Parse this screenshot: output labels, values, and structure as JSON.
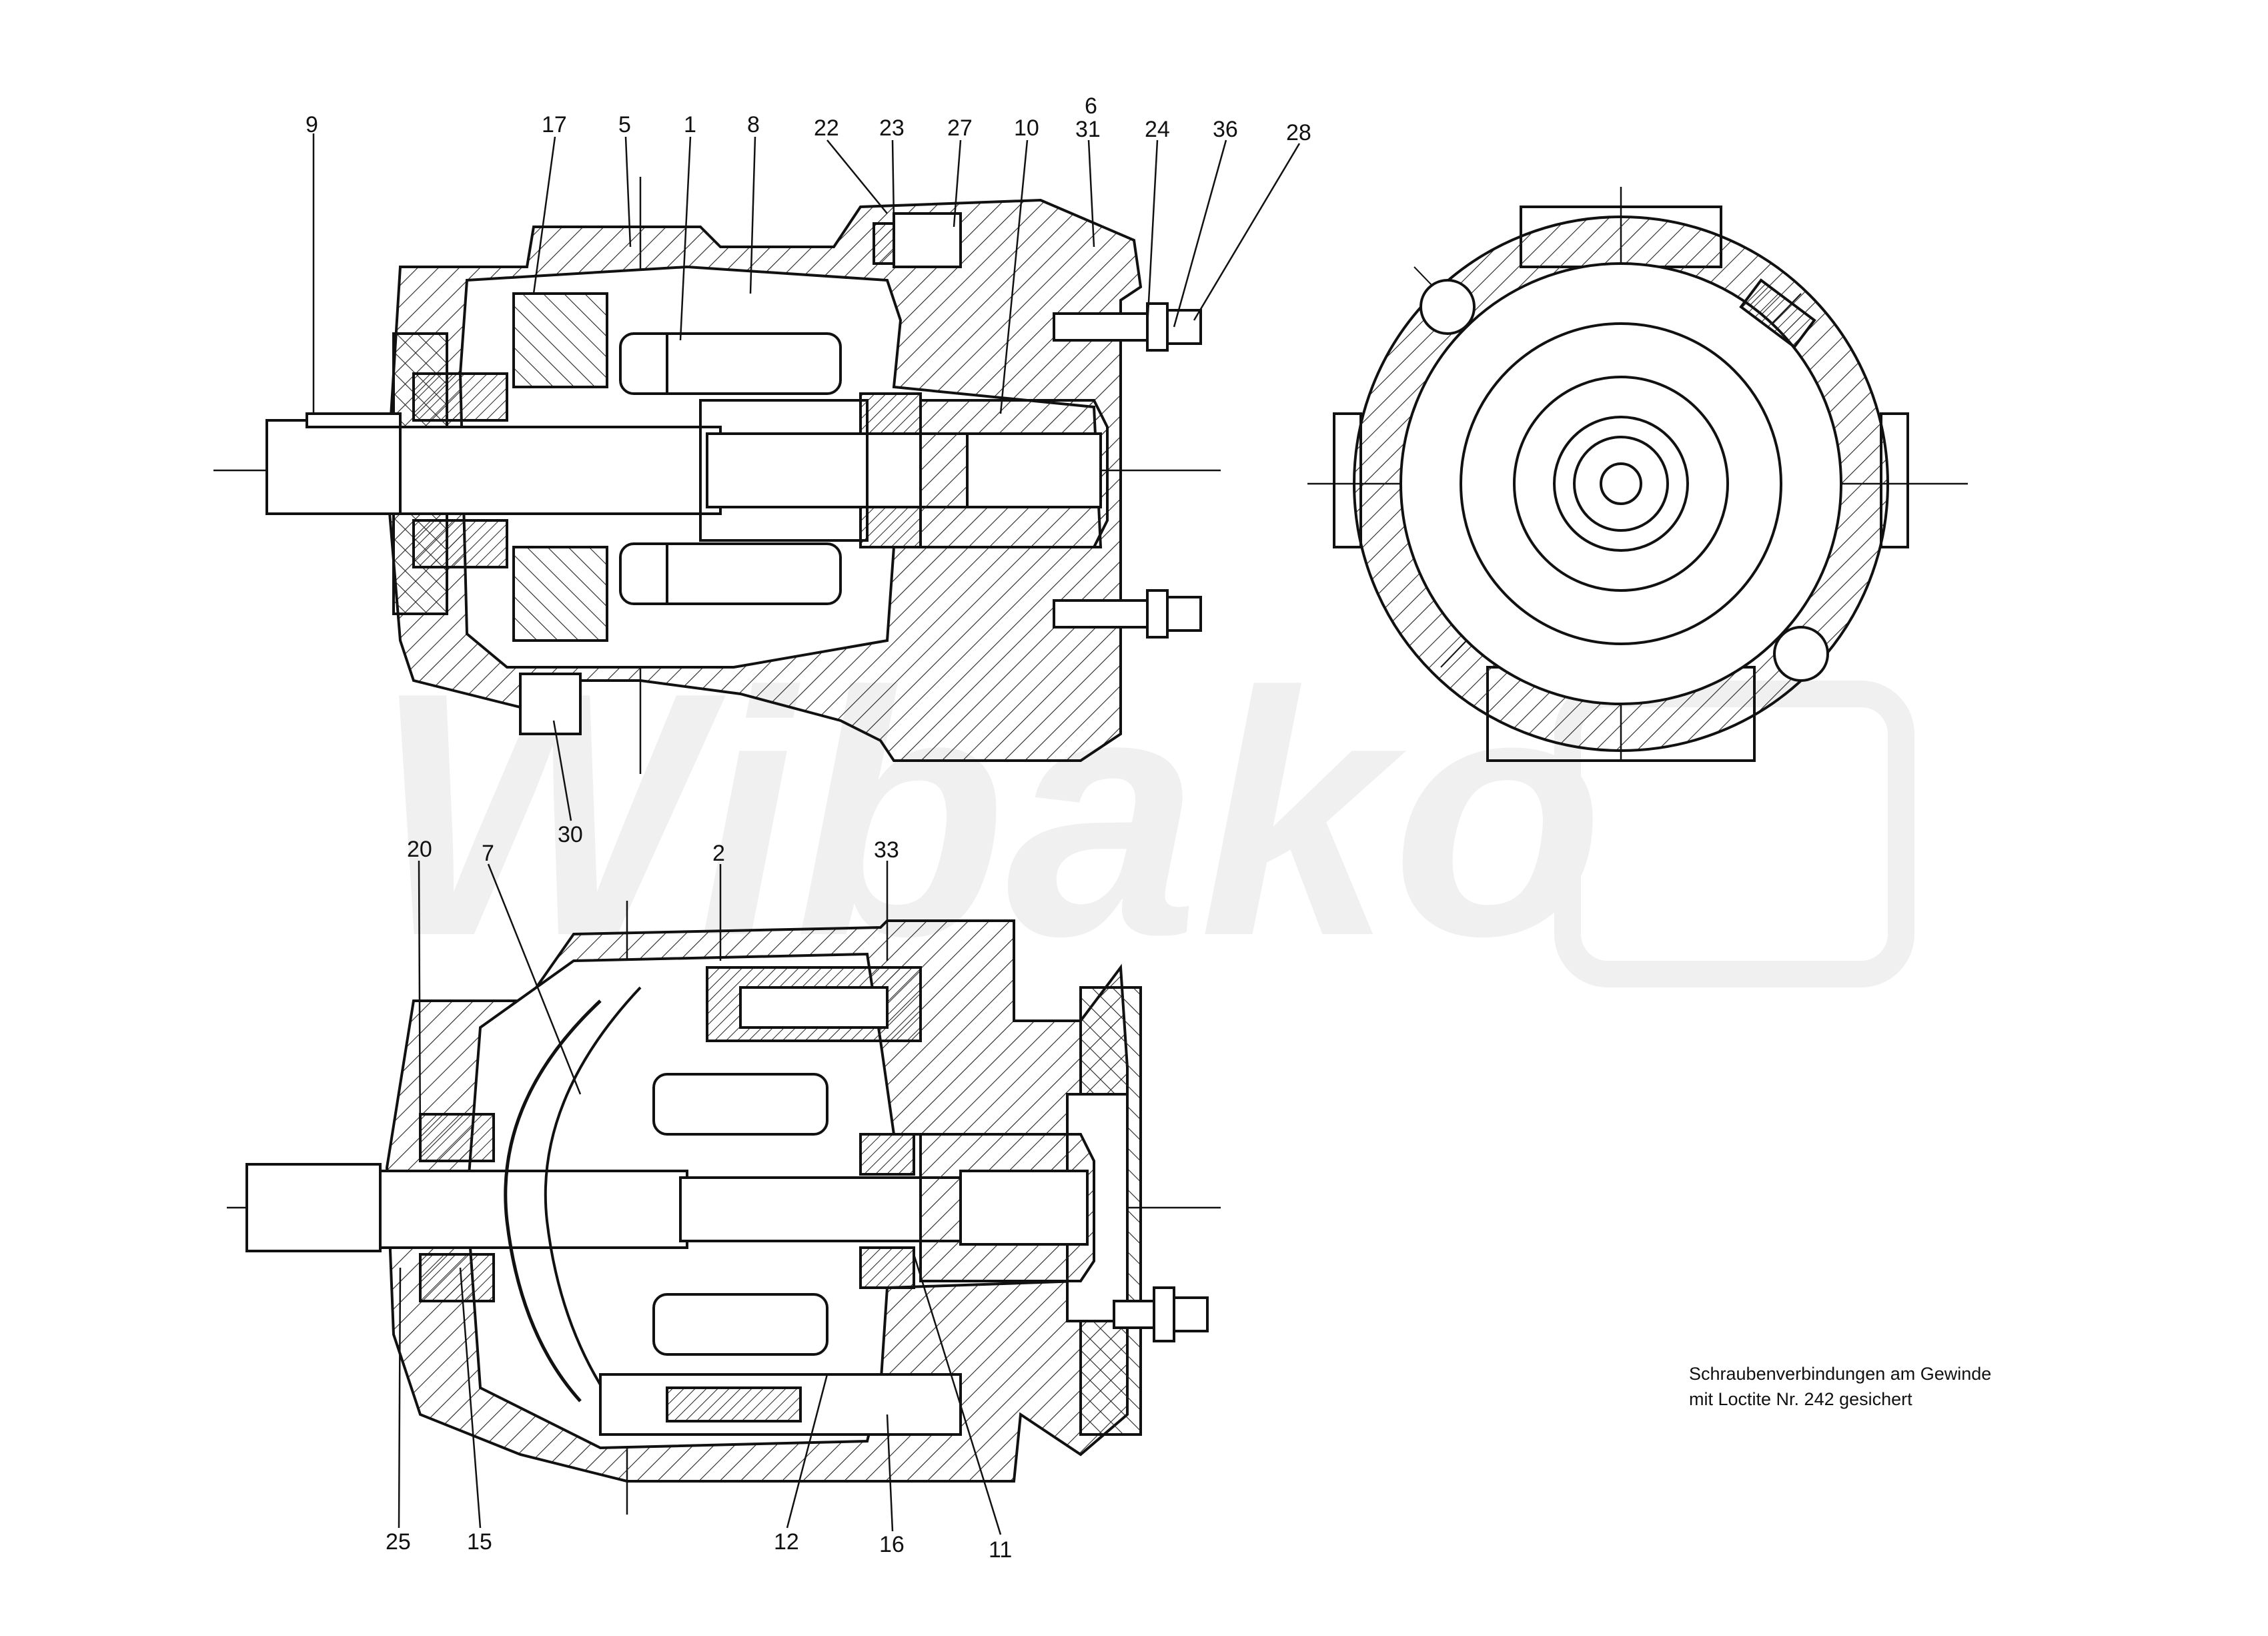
{
  "callouts": {
    "top": [
      "9",
      "17",
      "5",
      "1",
      "8",
      "22",
      "23",
      "27",
      "10",
      "6",
      "31",
      "24",
      "36",
      "28",
      "30"
    ],
    "bottom": [
      "20",
      "7",
      "2",
      "33",
      "25",
      "15",
      "12",
      "16",
      "11"
    ]
  },
  "note": {
    "line1": "Schraubenverbindungen am Gewinde",
    "line2": "mit Loctite Nr. 242 gesichert"
  },
  "watermark": "Wibako",
  "colors": {
    "ink": "#111111",
    "hatch": "#222222",
    "watermark": "#f0f0f0"
  }
}
